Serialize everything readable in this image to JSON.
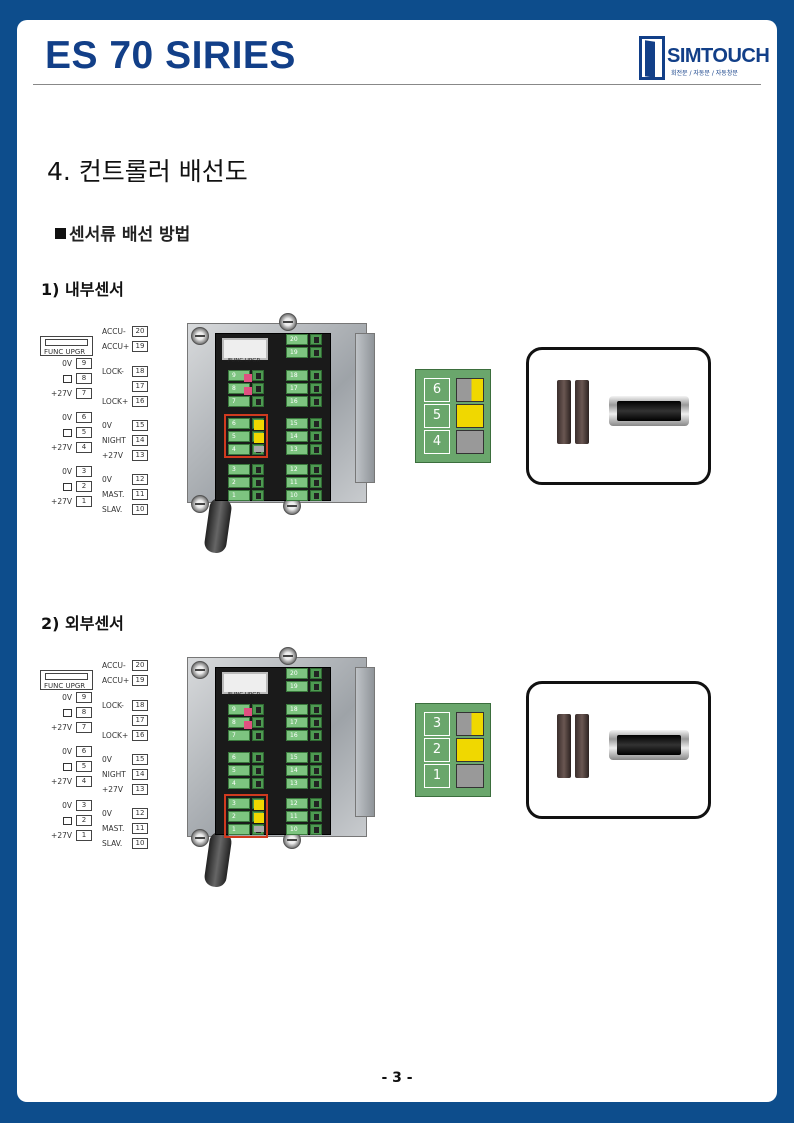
{
  "header": {
    "title": "ES 70 SIRIES",
    "logo_text": "SIMTOUCH",
    "logo_sub": "회전문 / 자동문 / 자동창문"
  },
  "section_title": "4. 컨트롤러 배선도",
  "sub_title": "센서류 배선 방법",
  "parts": [
    {
      "title": "1) 내부센서",
      "zoom_pins": [
        "6",
        "5",
        "4"
      ]
    },
    {
      "title": "2) 외부센서",
      "zoom_pins": [
        "3",
        "2",
        "1"
      ]
    }
  ],
  "pin_diagram": {
    "func_label": "FUNC UPGR",
    "left": [
      {
        "label": "0V",
        "num": "9"
      },
      {
        "label": "",
        "num": "8"
      },
      {
        "label": "+27V",
        "num": "7"
      },
      {
        "label": "0V",
        "num": "6"
      },
      {
        "label": "",
        "num": "5"
      },
      {
        "label": "+27V",
        "num": "4"
      },
      {
        "label": "0V",
        "num": "3"
      },
      {
        "label": "",
        "num": "2"
      },
      {
        "label": "+27V",
        "num": "1"
      }
    ],
    "right": [
      {
        "label": "ACCU-",
        "num": "20"
      },
      {
        "label": "ACCU+",
        "num": "19"
      },
      {
        "label": "LOCK-",
        "num": "18"
      },
      {
        "label": "",
        "num": "17"
      },
      {
        "label": "LOCK+",
        "num": "16"
      },
      {
        "label": "0V",
        "num": "15"
      },
      {
        "label": "NIGHT",
        "num": "14"
      },
      {
        "label": "+27V",
        "num": "13"
      },
      {
        "label": "0V",
        "num": "12"
      },
      {
        "label": "MAST.",
        "num": "11"
      },
      {
        "label": "SLAV.",
        "num": "10"
      }
    ]
  },
  "board": {
    "usb_label": "FUNC UPGR",
    "left_pins": [
      "9",
      "8",
      "7",
      "6",
      "5",
      "4",
      "3",
      "2",
      "1"
    ],
    "right_pins": [
      "20",
      "19",
      "18",
      "17",
      "16",
      "15",
      "14",
      "13",
      "12",
      "11",
      "10"
    ]
  },
  "page_number": "- 3 -"
}
